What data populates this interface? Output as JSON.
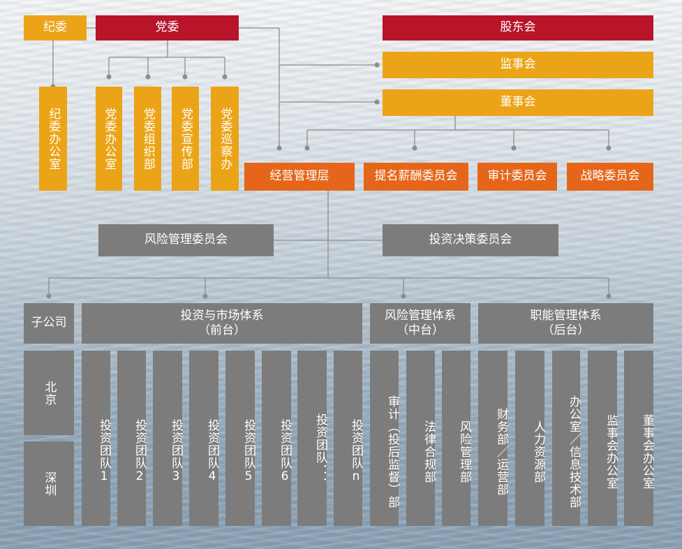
{
  "top": {
    "jiwei": "纪委",
    "dangwei": "党委",
    "gudonghui": "股东会",
    "jianshihui": "监事会",
    "dongshihui": "董事会"
  },
  "jiwei_children": [
    "纪委办公室"
  ],
  "dangwei_children": [
    "党委办公室",
    "党委组织部",
    "党委宣传部",
    "党委巡察办"
  ],
  "management": "经营管理层",
  "board_committees": [
    "提名薪酬委员会",
    "审计委员会",
    "战略委员会"
  ],
  "mgmt_committees": {
    "risk": "风险管理委员会",
    "invest": "投资决策委员会"
  },
  "systems": {
    "subsidiary": {
      "header": "子公司",
      "items": [
        "北京",
        "深圳"
      ]
    },
    "front": {
      "header": "投资与市场体系\n（前台）",
      "items": [
        "投资团队1",
        "投资团队2",
        "投资团队3",
        "投资团队4",
        "投资团队5",
        "投资团队6",
        "投资团队．．．",
        "投资团队n"
      ]
    },
    "middle": {
      "header": "风险管理体系\n（中台）",
      "items": [
        "审计（投后监督）部",
        "法律合规部",
        "风险管理部"
      ]
    },
    "back": {
      "header": "职能管理体系\n（后台）",
      "items": [
        "财务部／运营部",
        "人力资源部",
        "办公室／信息技术部",
        "监事会办公室",
        "董事会办公室"
      ]
    }
  },
  "colors": {
    "party": "#b8142a",
    "governance": "#eba417",
    "management": "#e5661a",
    "operations": "#7c7c7c",
    "connector": "#8c8c8c"
  }
}
